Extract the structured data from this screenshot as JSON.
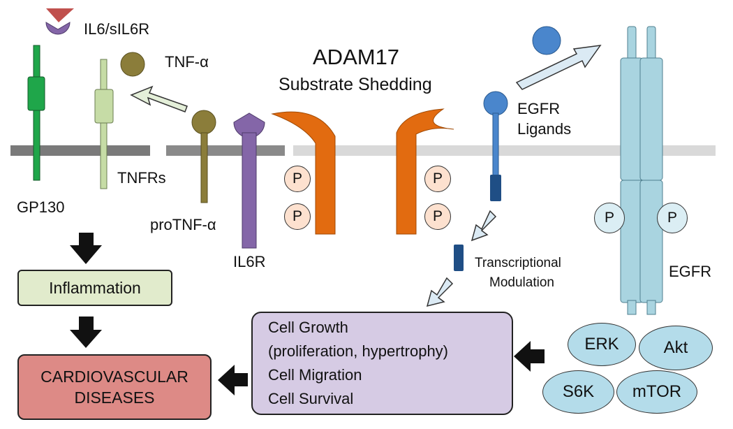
{
  "title": "ADAM17",
  "subtitle": "Substrate Shedding",
  "labels": {
    "il6_complex": "IL6/sIL6R",
    "tnf_alpha": "TNF-α",
    "tnfrs": "TNFRs",
    "gp130": "GP130",
    "protnf_alpha": "proTNF-α",
    "il6r": "IL6R",
    "egfr_ligands_line1": "EGFR",
    "egfr_ligands_line2": "Ligands",
    "transcriptional_line1": "Transcriptional",
    "transcriptional_line2": "Modulation",
    "egfr": "EGFR",
    "phospho": "P"
  },
  "boxes": {
    "inflammation": "Inflammation",
    "cvd_line1": "CARDIOVASCULAR",
    "cvd_line2": "DISEASES",
    "cell_effects": [
      "Cell Growth",
      "(proliferation, hypertrophy)",
      "Cell Migration",
      "Cell Survival"
    ]
  },
  "kinases": [
    "ERK",
    "Akt",
    "S6K",
    "mTOR"
  ],
  "colors": {
    "gp130": "#1fa64a",
    "tnfr": "#c6dca6",
    "tnf": "#8b7d3a",
    "il6r": "#8466a8",
    "il6_top": "#c0504d",
    "adam17": "#e26b10",
    "egfr_ligand": "#4a86cc",
    "egfr": "#a9d4e0",
    "phospho_fill": "#fde1cf",
    "inflammation_fill": "#e1ebcc",
    "cvd_fill": "#dd8a86",
    "cell_effects_fill": "#d6cbe4",
    "kinase_fill": "#b4dcea",
    "membrane_dark": "#7a7a7a",
    "membrane_light": "#d9d9d9"
  }
}
